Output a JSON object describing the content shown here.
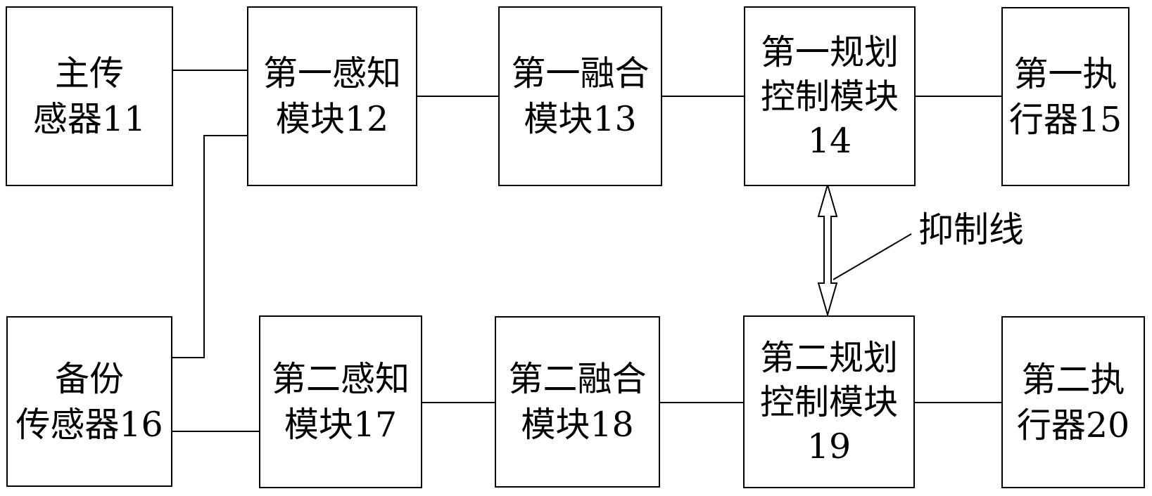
{
  "diagram": {
    "colors": {
      "ink": "#000000",
      "paper": "#ffffff"
    },
    "boxes": [
      {
        "lines": [
          "主传",
          "感器11"
        ]
      },
      {
        "lines": [
          "第一感知",
          "模块12"
        ]
      },
      {
        "lines": [
          "第一融合",
          "模块13"
        ]
      },
      {
        "lines": [
          "第一规划",
          "控制模块",
          "14"
        ]
      },
      {
        "lines": [
          "第一执",
          "行器15"
        ]
      },
      {
        "lines": [
          "备份",
          "传感器16"
        ]
      },
      {
        "lines": [
          "第二感知",
          "模块17"
        ]
      },
      {
        "lines": [
          "第二融合",
          "模块18"
        ]
      },
      {
        "lines": [
          "第二规划",
          "控制模块",
          "19"
        ]
      },
      {
        "lines": [
          "第二执",
          "行器20"
        ]
      }
    ],
    "annotation": {
      "label": "抑制线"
    }
  }
}
